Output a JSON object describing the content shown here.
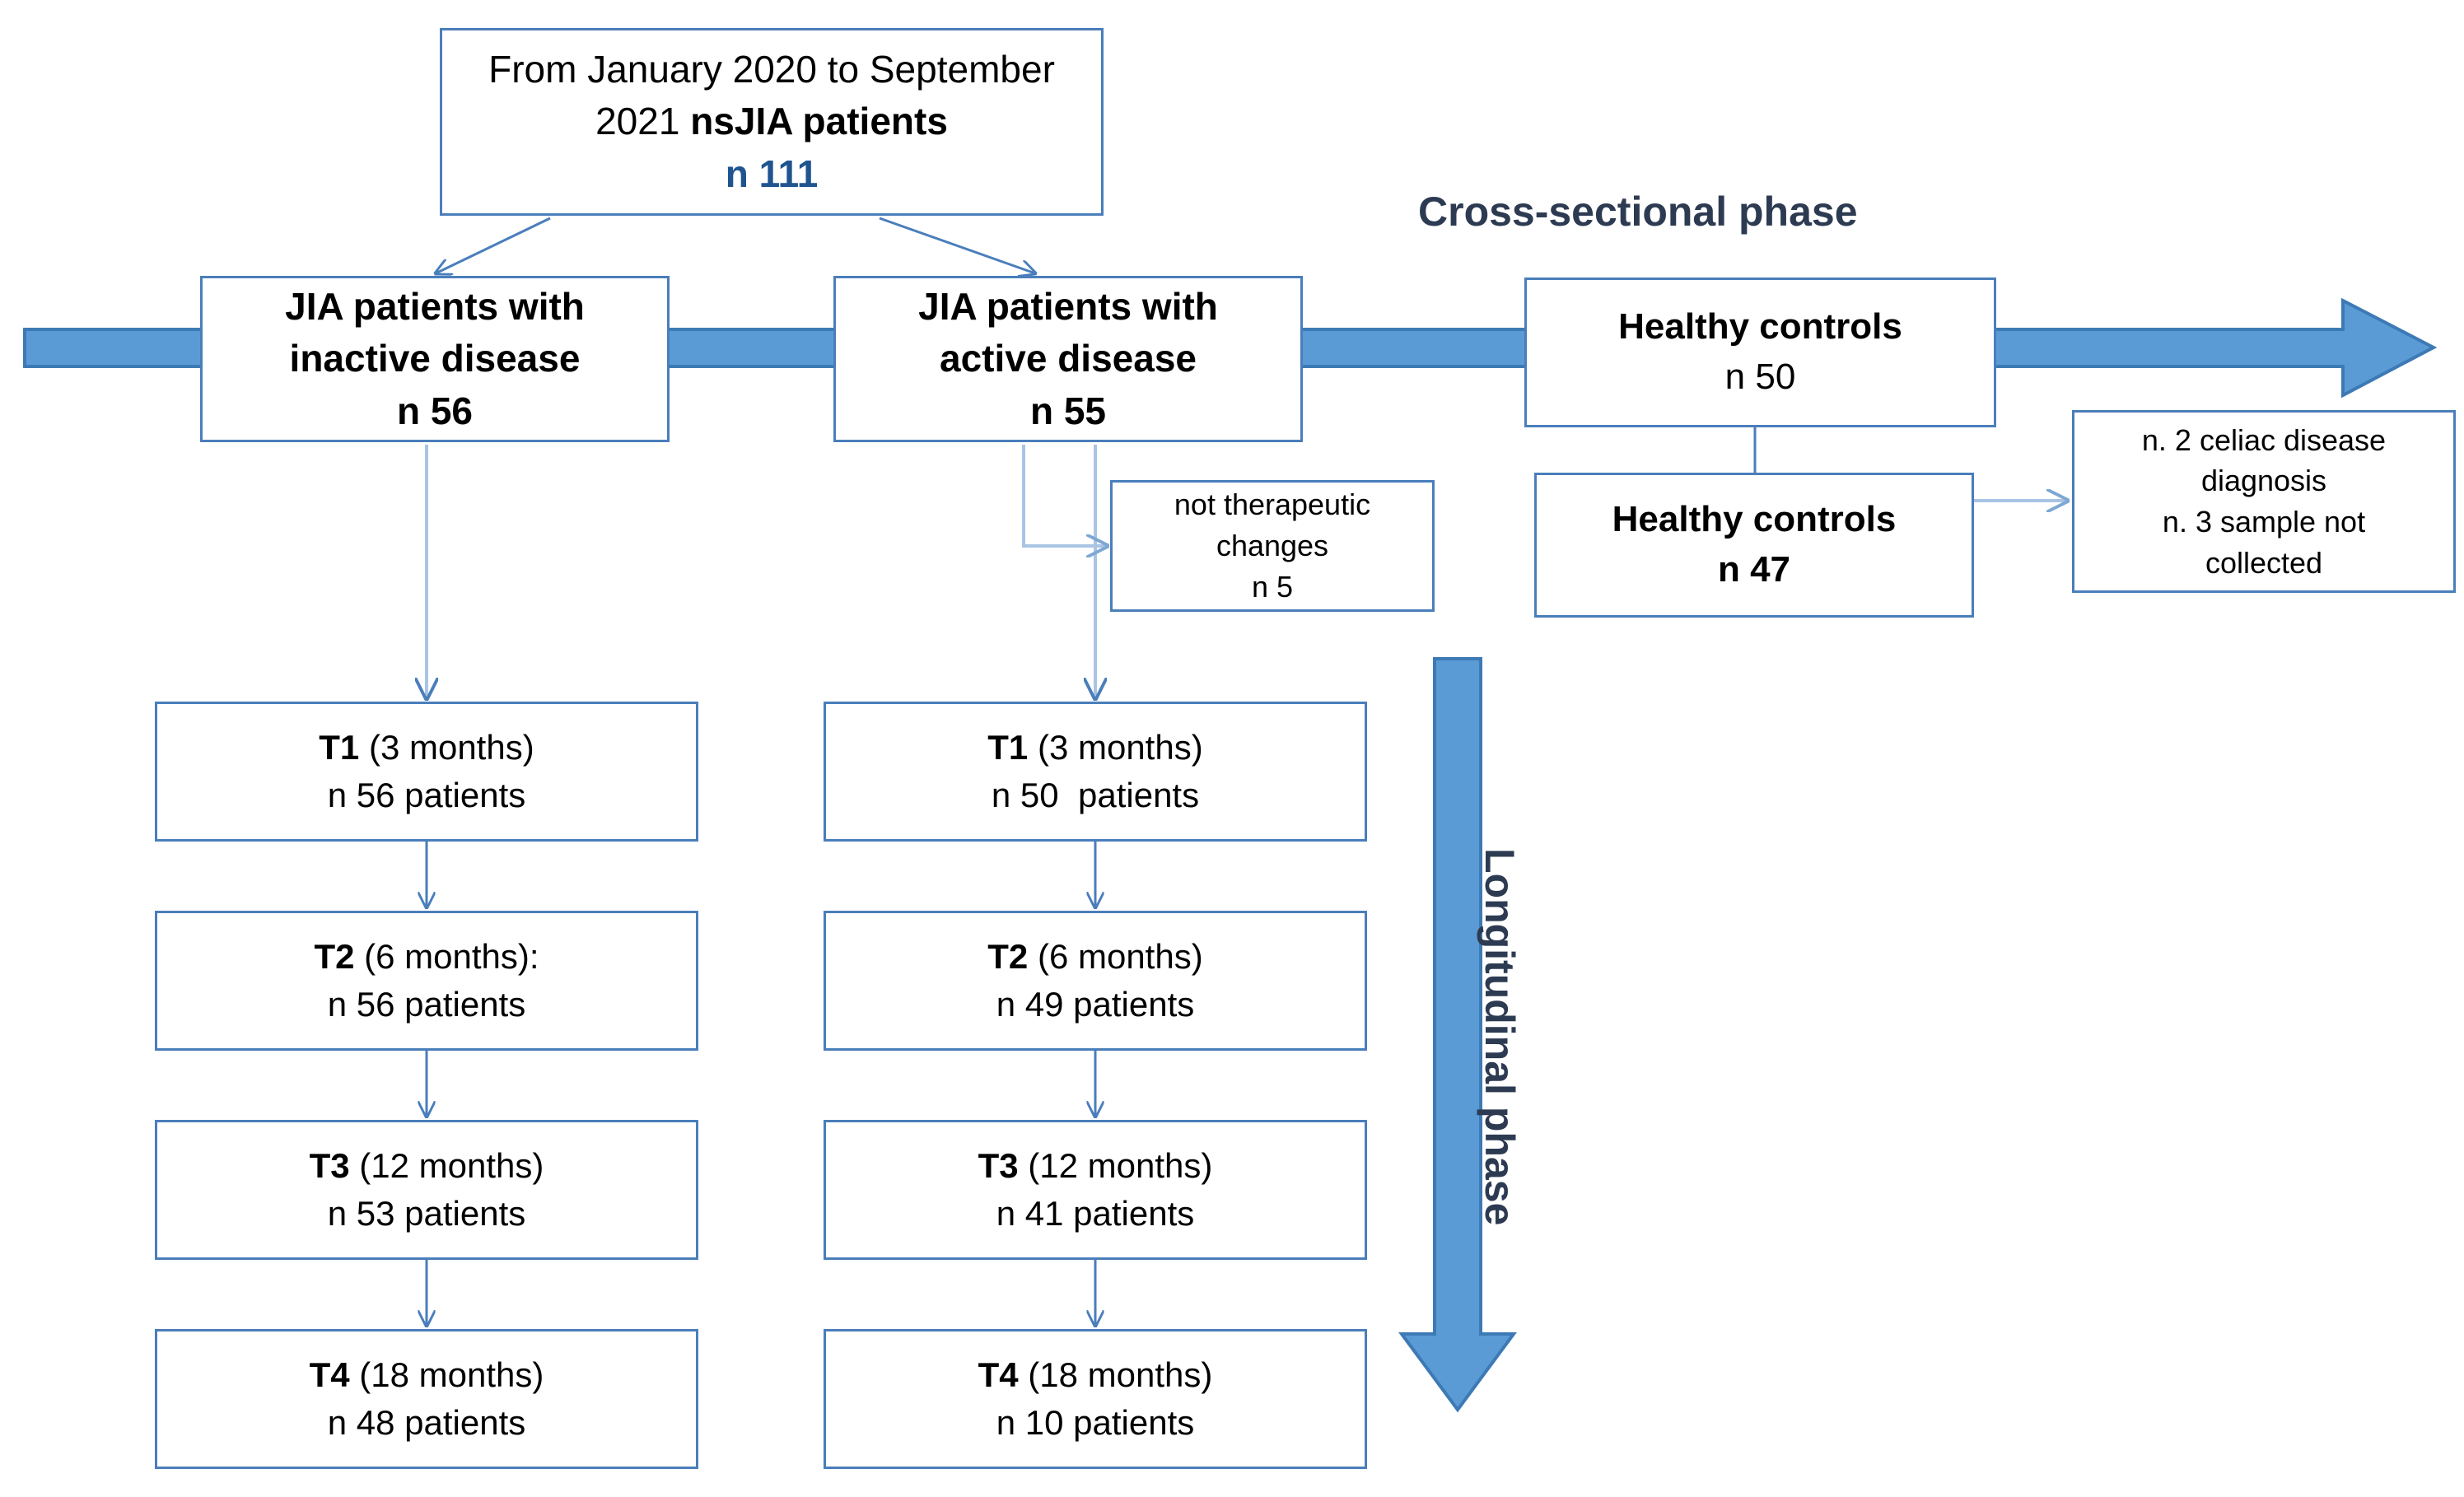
{
  "phases": {
    "cross_sectional": "Cross-sectional phase",
    "longitudinal": "Longitudinal phase"
  },
  "boxes": {
    "source": {
      "line1": "From January 2020 to September",
      "line2": "2021 nsJIA patients",
      "line2_plain": "2021 ",
      "line2_bold": "nsJIA patients",
      "count": "n 111"
    },
    "inactive": {
      "line1": "JIA patients with",
      "line2": "inactive disease",
      "count": "n 56"
    },
    "active": {
      "line1": "JIA patients with",
      "line2": "active disease",
      "count": "n 55"
    },
    "healthy_controls_50": {
      "label": "Healthy controls",
      "count": "n 50"
    },
    "healthy_controls_47": {
      "label": "Healthy controls",
      "count": "n 47"
    },
    "no_therapeutic_changes": {
      "line1": "not therapeutic",
      "line2": "changes",
      "count": "n 5"
    },
    "excluded_controls": {
      "line1": "n. 2 celiac disease",
      "line2": "diagnosis",
      "line3": "n. 3 sample not",
      "line4": "collected"
    }
  },
  "timepoints": {
    "inactive_arm": [
      {
        "code": "T1",
        "period": " (3 months)",
        "count": "n 56 patients"
      },
      {
        "code": "T2",
        "period": " (6 months):",
        "count": "n 56 patients"
      },
      {
        "code": "T3",
        "period": " (12 months)",
        "count": "n 53 patients"
      },
      {
        "code": "T4",
        "period": " (18 months)",
        "count": "n 48 patients"
      }
    ],
    "active_arm": [
      {
        "code": "T1",
        "period": " (3 months)",
        "count": "n 50  patients"
      },
      {
        "code": "T2",
        "period": " (6 months)",
        "count": "n 49 patients"
      },
      {
        "code": "T3",
        "period": " (12 months)",
        "count": "n 41 patients"
      },
      {
        "code": "T4",
        "period": " (18 months)",
        "count": "n 10 patients"
      }
    ]
  },
  "colors": {
    "box_border": "#4a7ebb",
    "band_fill": "#5b9bd5",
    "band_stroke": "#3d7ab5",
    "accent_text": "#1f5490",
    "phase_title": "#2d3b52",
    "connector": "#4a7ebb",
    "connector_light": "#a9c4e4"
  }
}
